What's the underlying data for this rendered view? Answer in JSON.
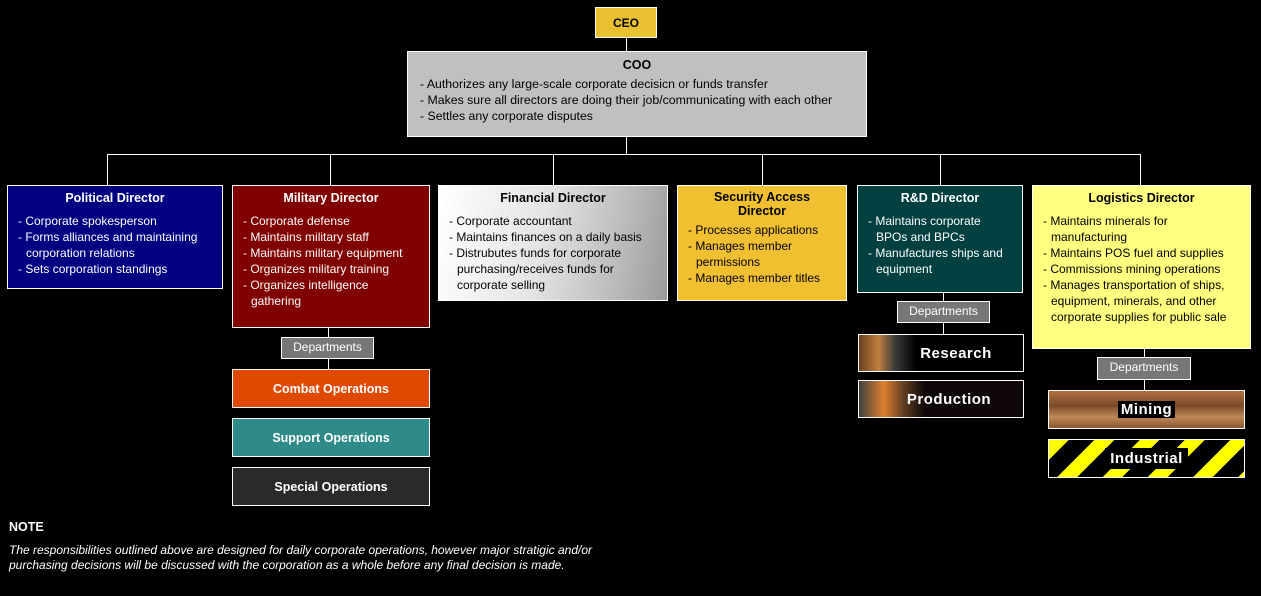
{
  "ceo": {
    "title": "CEO"
  },
  "coo": {
    "title": "COO",
    "items": [
      "Authorizes any large-scale corporate decisicn or funds transfer",
      "Makes sure all directors are doing their job/communicating with each other",
      "Settles any corporate disputes"
    ]
  },
  "directors": [
    {
      "title": "Political Director",
      "color": "#000080",
      "items": [
        "Corporate spokesperson",
        "Forms alliances and maintaining corporation relations",
        "Sets corporation standings"
      ]
    },
    {
      "title": "Military Director",
      "color": "#800000",
      "items": [
        "Corporate defense",
        "Maintains military staff",
        "Maintains military equipment",
        "Organizes military training",
        "Organizes intelligence gathering"
      ]
    },
    {
      "title": "Financial Director",
      "color": "#d8d8d8",
      "items": [
        "Corporate accountant",
        "Maintains finances on a daily basis",
        "Distrubutes funds for corporate purchasing/receives funds for corporate selling"
      ]
    },
    {
      "title": "Security Access Director",
      "color": "#f0c030",
      "items": [
        "Processes applications",
        "Manages member permissions",
        "Manages member titles"
      ]
    },
    {
      "title": "R&D Director",
      "color": "#004040",
      "items": [
        "Maintains corporate BPOs and BPCs",
        "Manufactures ships and equipment"
      ]
    },
    {
      "title": "Logistics Director",
      "color": "#ffff80",
      "items": [
        "Maintains minerals for manufacturing",
        "Maintains POS fuel and supplies",
        "Commissions mining operations",
        "Manages transportation of ships, equipment, minerals, and other corporate supplies for public sale"
      ]
    }
  ],
  "departments_label": "Departments",
  "military_departments": [
    "Combat Operations",
    "Support Operations",
    "Special Operations"
  ],
  "rd_departments": [
    "Research",
    "Production"
  ],
  "logistics_departments": [
    "Mining",
    "Industrial"
  ],
  "note": {
    "heading": "NOTE",
    "text": "The responsibilities outlined above are designed for daily corporate operations, however major stratigic and/or purchasing decisions will be discussed with the corporation as a whole before any final decision is made."
  }
}
